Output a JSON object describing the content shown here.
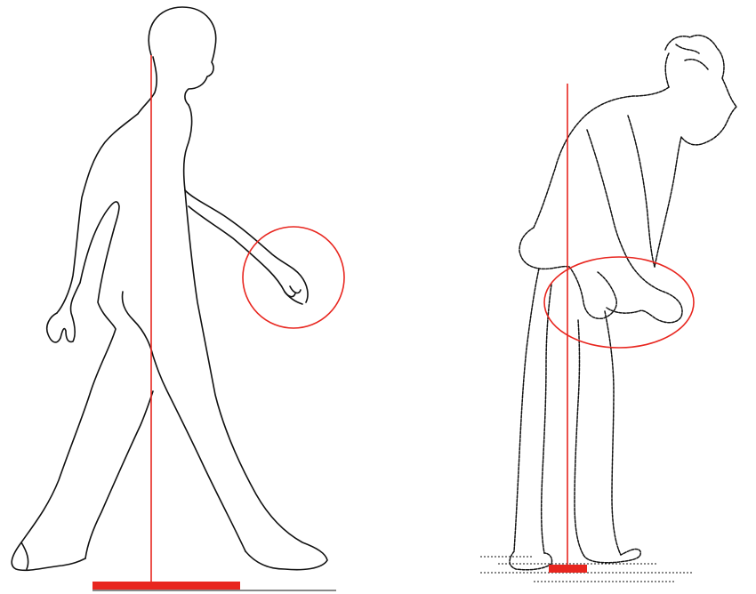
{
  "figures": [
    {
      "name": "normal-gait-figure",
      "description_icon": "walking-person-icon",
      "stride": "long"
    },
    {
      "name": "parkinsonian-gait-figure",
      "description_icon": "stooped-person-icon",
      "stride": "short"
    }
  ],
  "colors": {
    "outline": "#111111",
    "highlight": "#e8261f",
    "background": "#ffffff"
  }
}
